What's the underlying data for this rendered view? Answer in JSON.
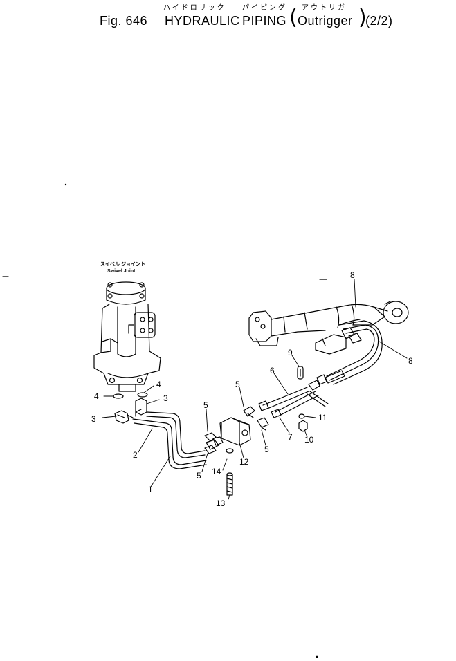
{
  "header": {
    "fig": "Fig. 646",
    "title_jp_1": "ハイドロリック",
    "title_jp_2": "パイピング",
    "title_jp_3": "アウトリガ",
    "title_1": "HYDRAULIC",
    "title_2": "PIPING",
    "title_3": "Outrigger",
    "page": "(2/2)"
  },
  "swivel_joint": {
    "label_jp": "スイベル ジョイント",
    "label": "Swivel Joint"
  },
  "callouts": [
    "1",
    "2",
    "3",
    "3",
    "4",
    "4",
    "5",
    "5",
    "5",
    "5",
    "6",
    "7",
    "8",
    "8",
    "9",
    "10",
    "11",
    "12",
    "13",
    "14"
  ]
}
